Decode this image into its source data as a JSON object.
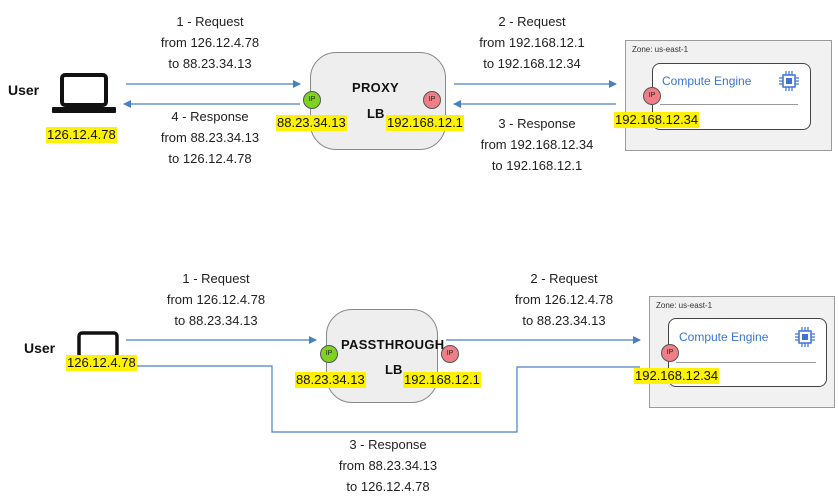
{
  "diagram1": {
    "user_label": "User",
    "user_ip": "126.12.4.78",
    "req1": [
      "1 - Request",
      "from 126.12.4.78",
      "to 88.23.34.13"
    ],
    "resp4": [
      "4 - Response",
      "from 88.23.34.13",
      "to 126.12.4.78"
    ],
    "req2": [
      "2 - Request",
      "from 192.168.12.1",
      "to 192.168.12.34"
    ],
    "resp3": [
      "3 - Response",
      "from 192.168.12.34",
      "to 192.168.12.1"
    ],
    "lb_title": "PROXY",
    "lb_sub": "LB",
    "lb_ip_left": "88.23.34.13",
    "lb_ip_right": "192.168.12.1",
    "ip_badge": "IP",
    "zone_label": "Zone: us-east-1",
    "ce_title": "Compute Engine",
    "ce_ip": "192.168.12.34"
  },
  "diagram2": {
    "user_label": "User",
    "user_ip": "126.12.4.78",
    "req1": [
      "1 - Request",
      "from 126.12.4.78",
      "to 88.23.34.13"
    ],
    "req2": [
      "2 - Request",
      "from 126.12.4.78",
      "to 88.23.34.13"
    ],
    "resp3": [
      "3 - Response",
      "from 88.23.34.13",
      "to 126.12.4.78"
    ],
    "lb_title": "PASSTHROUGH",
    "lb_sub": "LB",
    "lb_ip_left": "88.23.34.13",
    "lb_ip_right": "192.168.12.1",
    "ip_badge": "IP",
    "zone_label": "Zone: us-east-1",
    "ce_title": "Compute Engine",
    "ce_ip": "192.168.12.34"
  },
  "colors": {
    "arrow": "#4a7fc1",
    "highlight": "#fff200",
    "ip_green": "#7ed321",
    "ip_red": "#ef7f86",
    "ce_title": "#3b73d9"
  },
  "icons": {
    "laptop": "laptop-icon",
    "chip": "compute-engine-chip-icon"
  }
}
